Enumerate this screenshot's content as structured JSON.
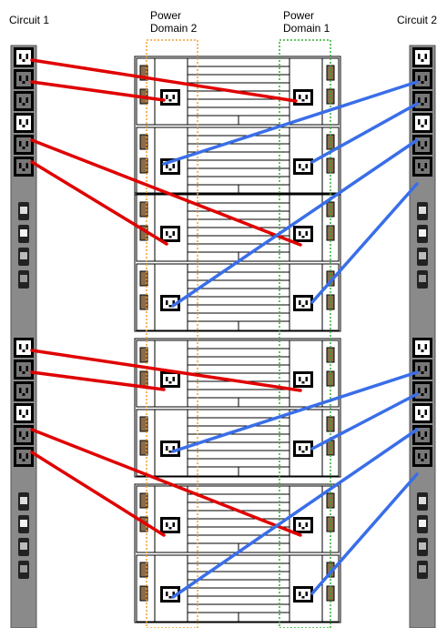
{
  "labels": {
    "circuit_1": "Circuit 1",
    "circuit_2": "Circuit 2",
    "power_domain_2_line1": "Power",
    "power_domain_2_line2": "Domain 2",
    "power_domain_1_line1": "Power",
    "power_domain_1_line2": "Domain 1"
  },
  "colors": {
    "circuit_1_cable": "#e00000",
    "circuit_2_cable": "#3a6ee8",
    "pdu_body": "#8a8a8a",
    "domain_2_boundary": "#f0a030",
    "domain_1_boundary": "#30b030"
  },
  "icons": {
    "outlet": "c13-outlet-icon",
    "inlet": "c14-inlet-icon",
    "breaker": "breaker-icon"
  },
  "topology": {
    "enclosures": 4,
    "nodes_per_enclosure": 2,
    "power_supplies_per_node": 2,
    "pdu_outlet_groups": 2,
    "outlets_per_group": 6
  }
}
